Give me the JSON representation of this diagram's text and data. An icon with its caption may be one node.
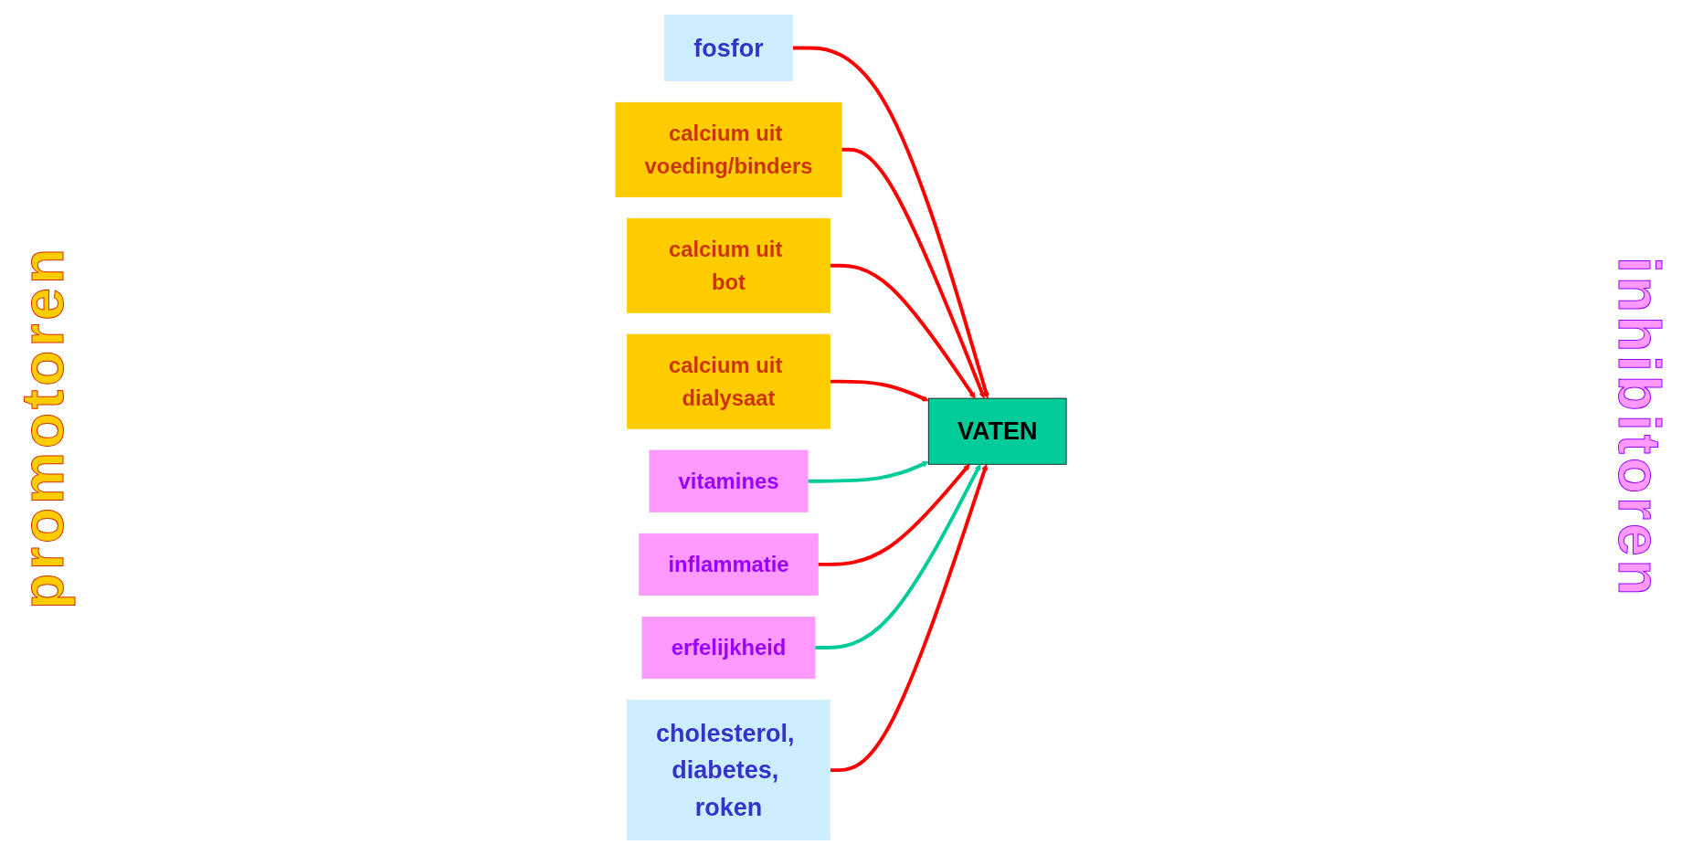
{
  "diagram": {
    "nodes": [
      {
        "text": [
          "fosfor"
        ]
      },
      {
        "text": [
          "calcium uit voeding/binders"
        ]
      },
      {
        "text": [
          "calcium uit bot"
        ]
      },
      {
        "text": [
          "calcium uit dialysaat"
        ]
      },
      {
        "text": [
          "VATEN"
        ]
      },
      {
        "text": [
          "vitamines"
        ]
      },
      {
        "text": [
          "inflammatie"
        ]
      },
      {
        "text": [
          "erfelijkheid"
        ]
      },
      {
        "text": [
          "cholesterol, diabetes, roken"
        ]
      }
    ],
    "edges": [
      {
        "from": 0,
        "to": 4,
        "arrow": "to"
      },
      {
        "from": 1,
        "to": 4,
        "arrow": "to"
      },
      {
        "from": 2,
        "to": 4,
        "arrow": "to"
      },
      {
        "from": 3,
        "to": 4,
        "arrow": "to"
      },
      {
        "from": 5,
        "to": 4,
        "arrow": "to",
        "color": "#00cc99"
      },
      {
        "from": 6,
        "to": 4,
        "arrow": "to"
      },
      {
        "from": 7,
        "to": 4,
        "arrow": "to",
        "color": "#00cc99"
      },
      {
        "from": 8,
        "to": 4,
        "arrow": "to"
      }
    ],
    "labels": [
      "promotoren",
      "inhibitoren"
    ]
  }
}
